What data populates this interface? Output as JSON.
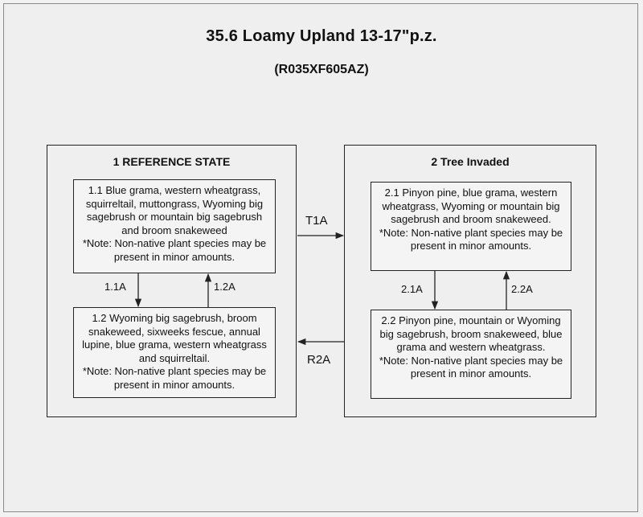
{
  "title": "35.6 Loamy Upland 13-17\"p.z.",
  "subtitle": "(R035XF605AZ)",
  "states": [
    {
      "title": "1 REFERENCE STATE",
      "phases": [
        {
          "text": "1.1 Blue grama, western wheatgrass, squirreltail, muttongrass, Wyoming big sagebrush or mountain big sagebrush and broom snakeweed",
          "note": "*Note: Non-native plant species may be present in minor amounts."
        },
        {
          "text": "1.2 Wyoming big sagebrush, broom snakeweed, sixweeks fescue, annual lupine, blue grama, western wheatgrass and squirreltail.",
          "note": "*Note: Non-native plant species may be present in minor amounts."
        }
      ],
      "pathways": [
        "1.1A",
        "1.2A"
      ]
    },
    {
      "title": "2 Tree Invaded",
      "phases": [
        {
          "text": "2.1 Pinyon pine, blue grama, western wheatgrass, Wyoming or mountain big sagebrush and broom snakeweed.",
          "note": "*Note: Non-native plant species may be present in minor amounts."
        },
        {
          "text": "2.2 Pinyon pine, mountain or Wyoming big sagebrush, broom snakeweed, blue grama and western wheatgrass.",
          "note": "*Note: Non-native plant species may be present in minor amounts."
        }
      ],
      "pathways": [
        "2.1A",
        "2.2A"
      ]
    }
  ],
  "transitions": [
    "T1A",
    "R2A"
  ]
}
